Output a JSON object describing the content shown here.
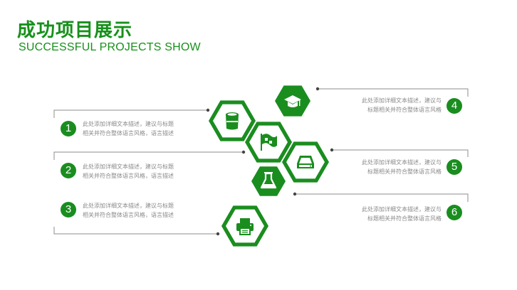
{
  "header": {
    "title_cn": "成功项目展示",
    "title_en": "SUCCESSFUL PROJECTS SHOW"
  },
  "colors": {
    "brand_green": "#1a8d1f",
    "line_gray": "#888888",
    "text_gray": "#8a8a8a"
  },
  "items": [
    {
      "number": "1",
      "line1": "此处添加详细文本描述，建议与标题",
      "line2": "相关并符合整体语言风格，语言描述"
    },
    {
      "number": "2",
      "line1": "此处添加详细文本描述，建议与标题",
      "line2": "相关并符合整体语言风格，语言描述"
    },
    {
      "number": "3",
      "line1": "此处添加详细文本描述，建议与标题",
      "line2": "相关并符合整体语言风格，语言描述"
    },
    {
      "number": "4",
      "line1": "此处添加详细文本描述，建议与",
      "line2": "标题相关并符合整体语言风格"
    },
    {
      "number": "5",
      "line1": "此处添加详细文本描述，建议与",
      "line2": "标题相关并符合整体语言风格"
    },
    {
      "number": "6",
      "line1": "此处添加详细文本描述，建议与",
      "line2": "标题相关并符合整体语言风格"
    }
  ],
  "hex_icons": [
    "graduation-cap-icon",
    "database-icon",
    "flag-icon",
    "hard-drive-icon",
    "flask-icon",
    "printer-icon"
  ]
}
